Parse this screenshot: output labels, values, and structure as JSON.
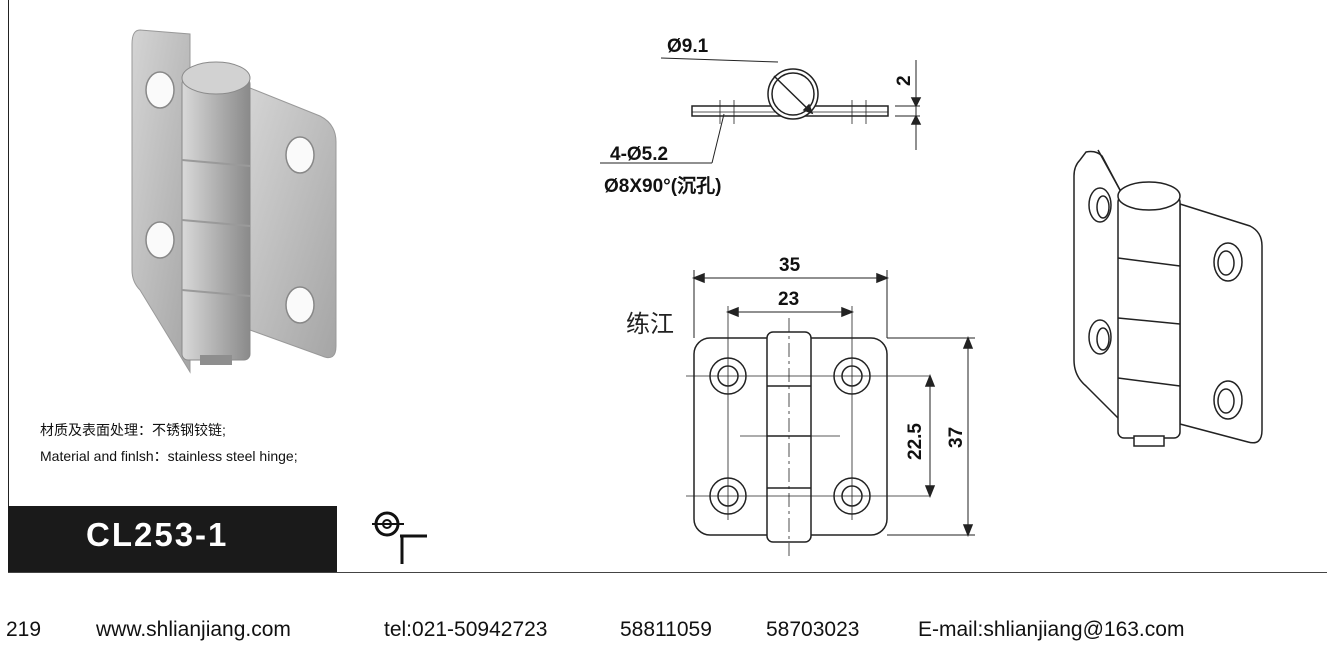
{
  "footer": {
    "page_number": "219",
    "website": "www.shlianjiang.com",
    "tel": "tel:021-50942723",
    "phone2": "58811059",
    "phone3": "58703023",
    "email": "E-mail:shlianjiang@163.com"
  },
  "spec": {
    "material_cn": "材质及表面处理：不锈钢铰链;",
    "material_en": "Material and finlsh：stainless steel hinge;"
  },
  "model_code": "CL253-1",
  "brand_text": "练江",
  "dimensions": {
    "pin_diameter": "Ø9.1",
    "thickness": "2",
    "holes": "4-Ø5.2",
    "countersink": "Ø8X90°(沉孔)",
    "overall_width": "35",
    "hole_spacing_x": "23",
    "hole_spacing_y": "22.5",
    "overall_height": "37"
  },
  "colors": {
    "line": "#222222",
    "bar": "#1a1a1a",
    "metal": "#bdbdbd"
  },
  "icons": [
    "projection-symbol-icon"
  ]
}
